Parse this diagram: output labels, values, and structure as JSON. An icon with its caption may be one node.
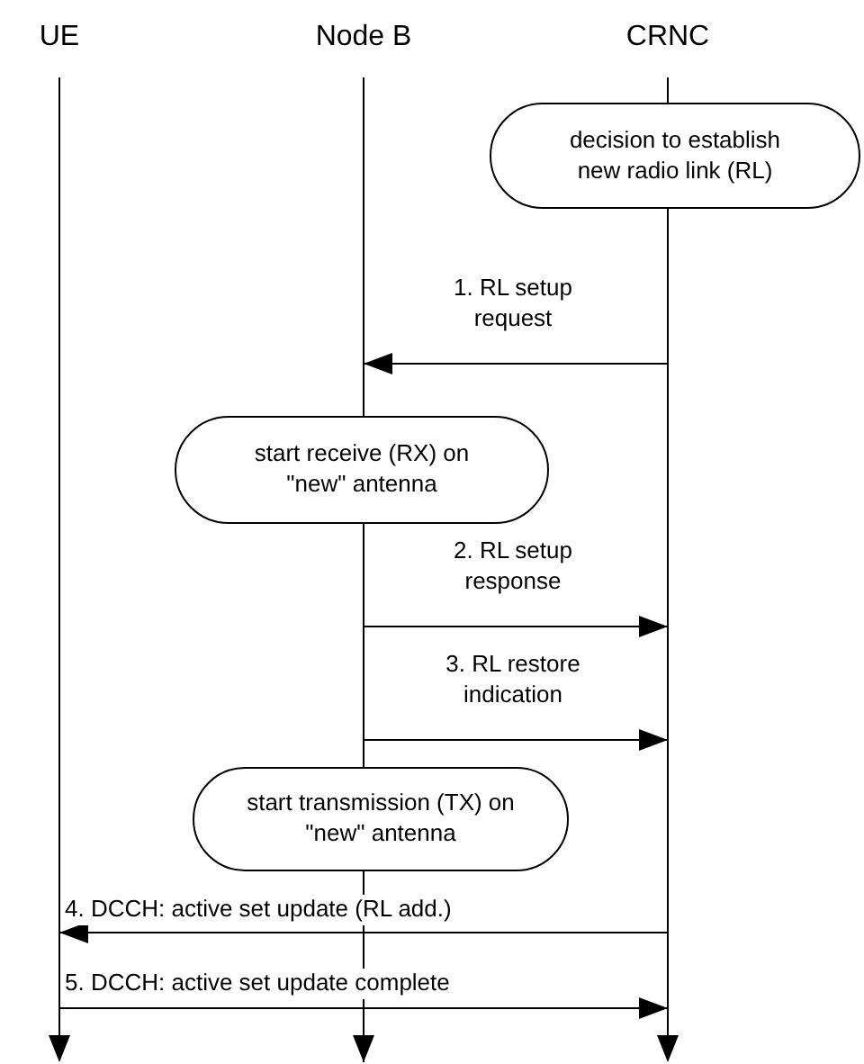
{
  "diagram": {
    "nodes": [
      {
        "text": [
          "UE"
        ]
      },
      {
        "text": [
          "Node B"
        ]
      },
      {
        "text": [
          "CRNC"
        ]
      },
      {
        "text": [
          "decision to establish new radio link (RL)"
        ]
      },
      {
        "text": [
          "start receive (RX) on \"new\" antenna"
        ]
      },
      {
        "text": [
          "start transmission (TX) on \"new\" antenna"
        ]
      }
    ],
    "edges": [
      {
        "from": 2,
        "to": 1,
        "arrow": "to",
        "label": "1. RL setup request"
      },
      {
        "from": 1,
        "to": 2,
        "arrow": "to",
        "label": "2. RL setup response"
      },
      {
        "from": 1,
        "to": 2,
        "arrow": "to",
        "label": "3. RL restore indication"
      },
      {
        "from": 2,
        "to": 0,
        "arrow": "to",
        "label": "4. DCCH: active set update (RL add.)"
      },
      {
        "from": 0,
        "to": 2,
        "arrow": "to",
        "label": "5. DCCH: active set update complete"
      }
    ]
  }
}
